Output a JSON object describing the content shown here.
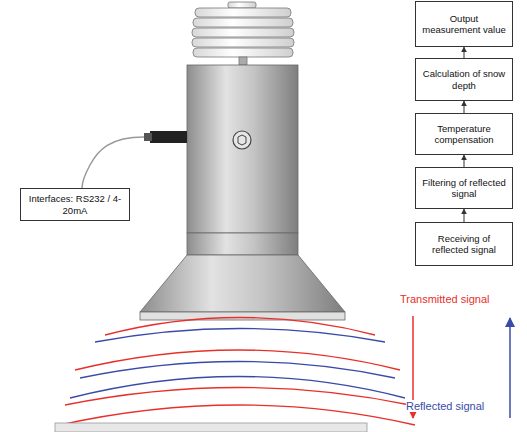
{
  "diagram": {
    "nodes": [
      {
        "text": [
          "Output measurement value"
        ]
      },
      {
        "text": [
          "Calculation of snow depth"
        ]
      },
      {
        "text": [
          "Temperature compensation"
        ]
      },
      {
        "text": [
          "Filtering of reflected signal"
        ]
      },
      {
        "text": [
          "Receiving of reflected signal"
        ]
      },
      {
        "text": [
          "Interfaces: RS232 / 4-20mA"
        ]
      }
    ],
    "edges": [
      {
        "from": 4,
        "to": 3,
        "arrow": "to"
      },
      {
        "from": 3,
        "to": 2,
        "arrow": "to"
      },
      {
        "from": 2,
        "to": 1,
        "arrow": "to"
      },
      {
        "from": 1,
        "to": 0,
        "arrow": "to"
      }
    ],
    "legend": [
      {
        "text": "Transmitted signal"
      },
      {
        "text": "Reflected signal"
      }
    ]
  }
}
